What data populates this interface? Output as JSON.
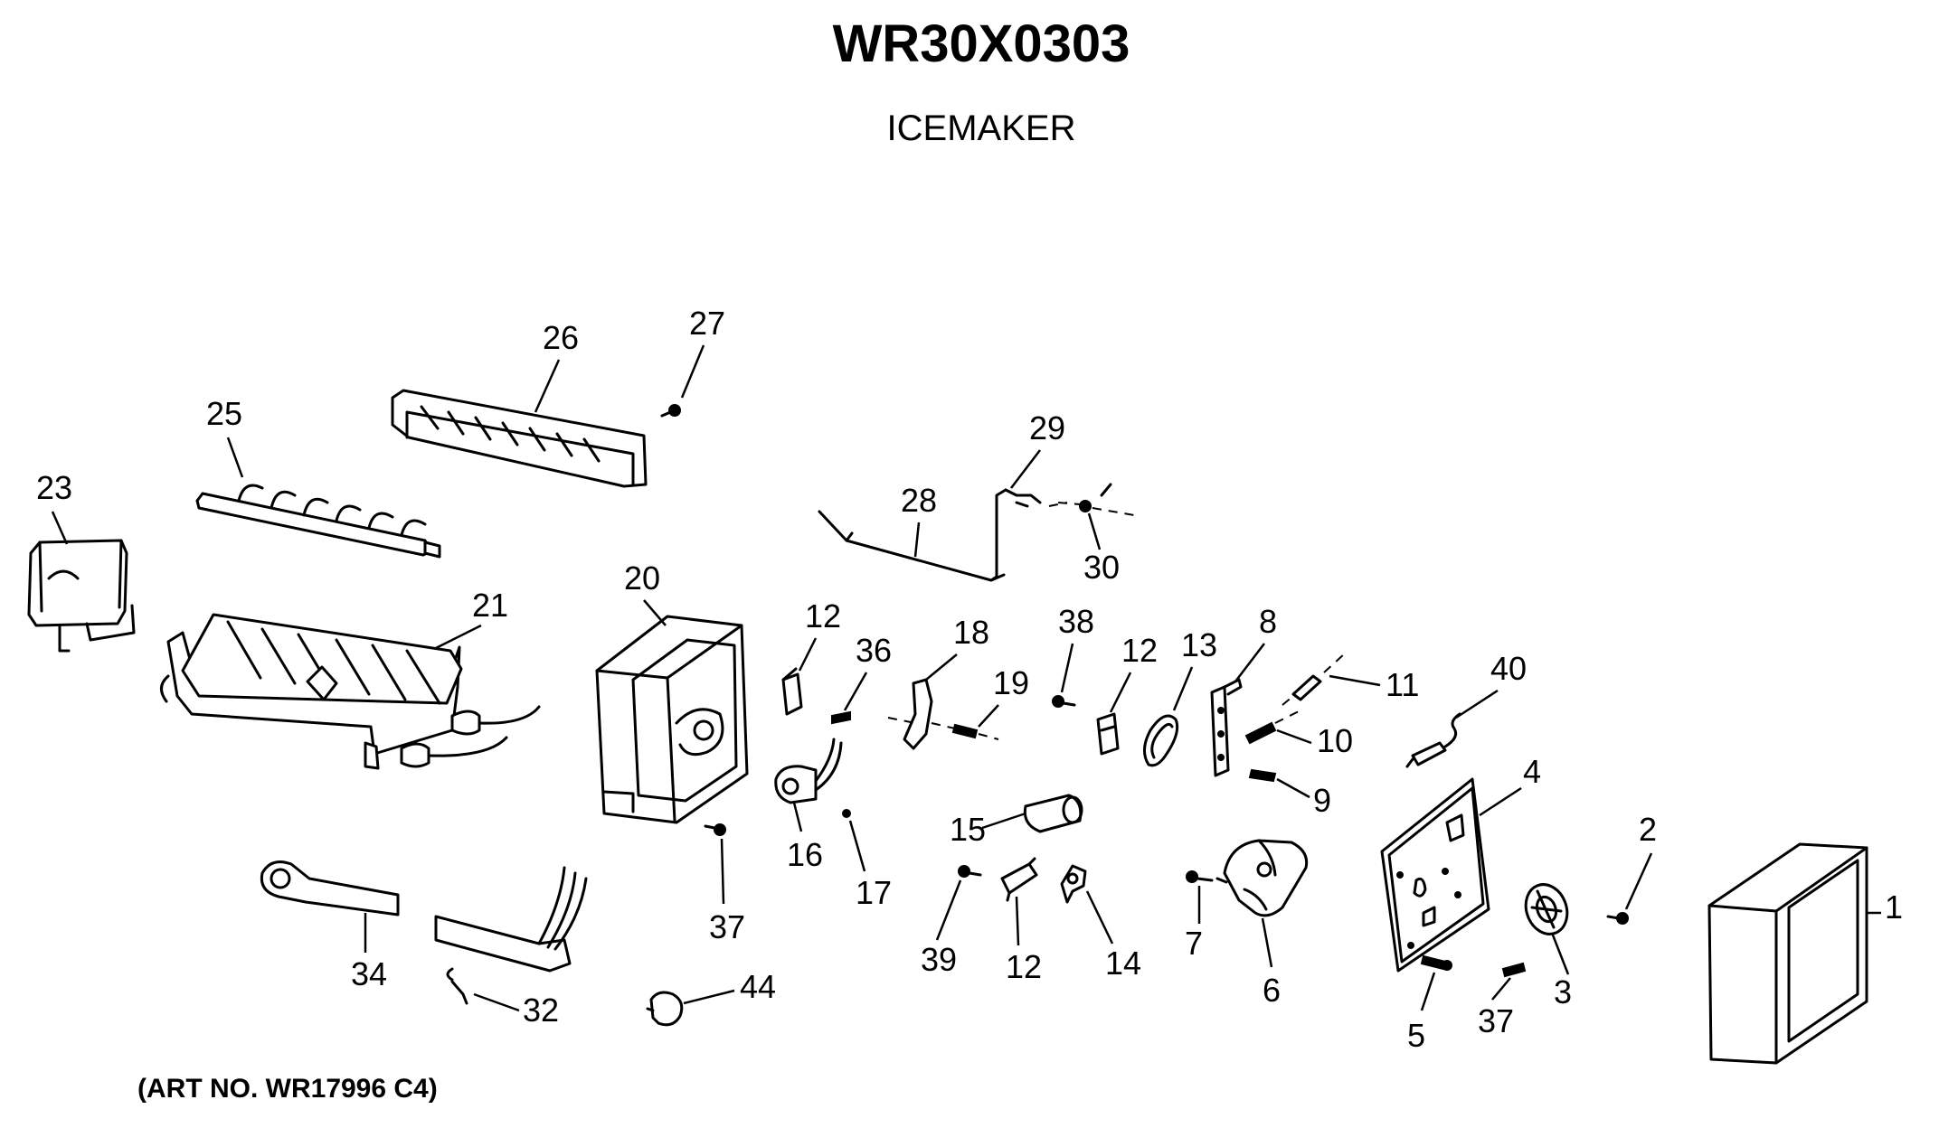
{
  "header": {
    "title": "WR30X0303",
    "subtitle": "ICEMAKER"
  },
  "footer": {
    "art_number": "(ART NO. WR17996 C4)"
  },
  "callouts": {
    "n1": "1",
    "n2": "2",
    "n3": "3",
    "n4": "4",
    "n5": "5",
    "n6": "6",
    "n7": "7",
    "n8": "8",
    "n9": "9",
    "n10": "10",
    "n11": "11",
    "n12a": "12",
    "n12b": "12",
    "n12c": "12",
    "n13": "13",
    "n14": "14",
    "n15": "15",
    "n16": "16",
    "n17": "17",
    "n18": "18",
    "n19": "19",
    "n20": "20",
    "n21": "21",
    "n23": "23",
    "n25": "25",
    "n26": "26",
    "n27": "27",
    "n28": "28",
    "n29": "29",
    "n30": "30",
    "n32": "32",
    "n34": "34",
    "n36": "36",
    "n37a": "37",
    "n37b": "37",
    "n38": "38",
    "n39": "39",
    "n40": "40",
    "n44": "44"
  },
  "colors": {
    "ink": "#000000",
    "paper": "#ffffff"
  }
}
